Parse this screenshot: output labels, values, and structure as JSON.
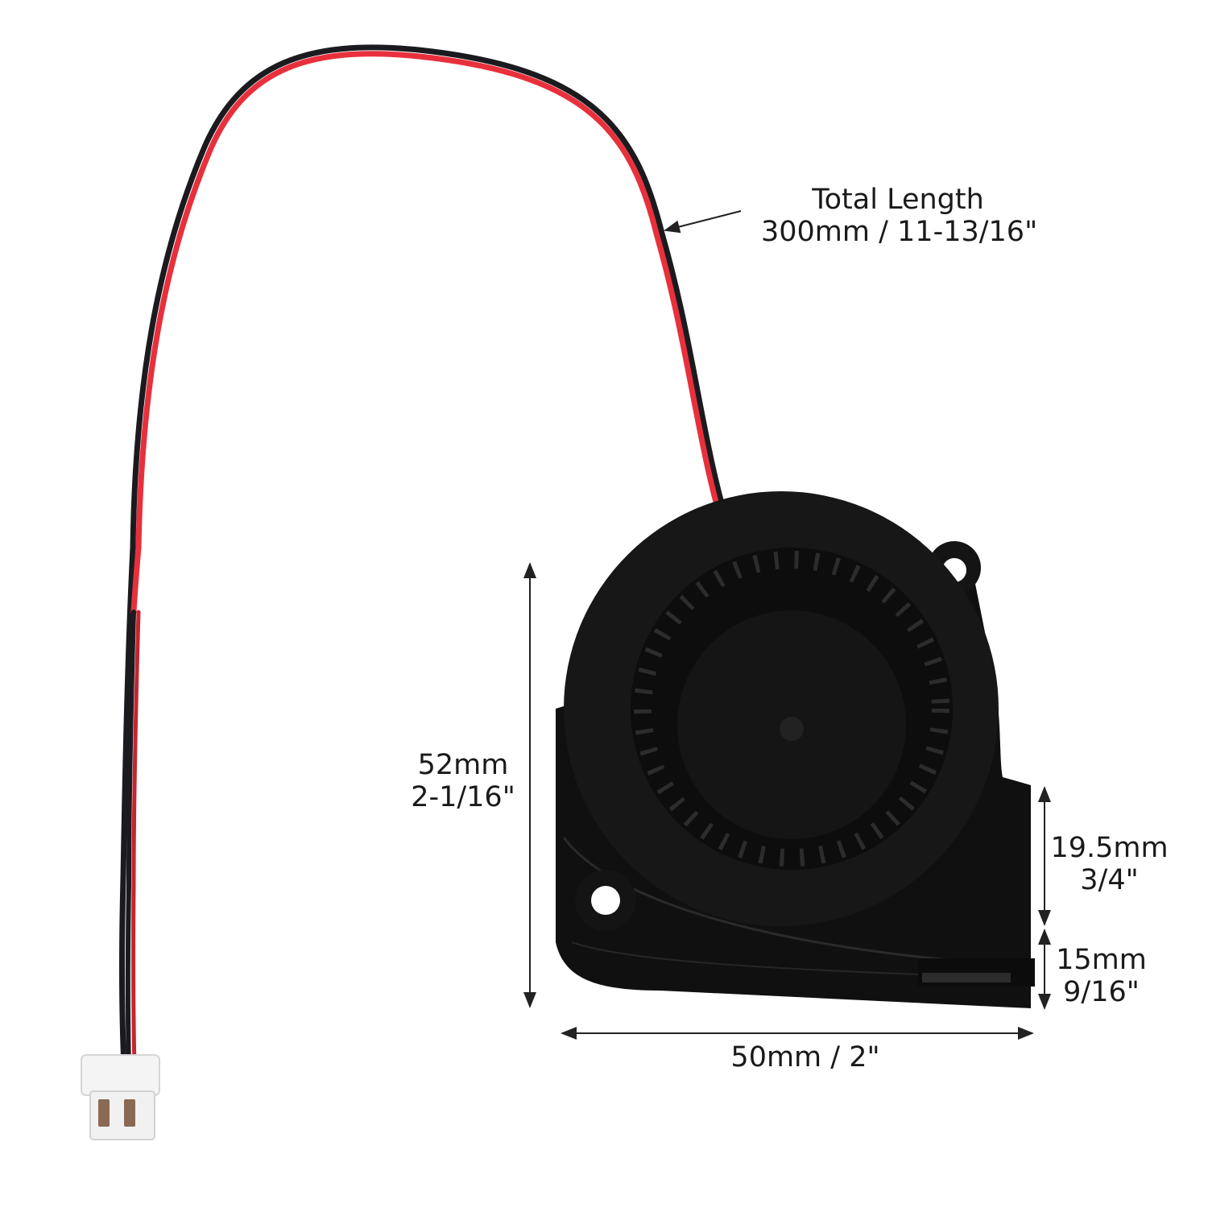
{
  "labels": {
    "cable_length": {
      "line1": "Total Length",
      "line2": "300mm / 11-13/16\""
    },
    "height": {
      "line1": "52mm",
      "line2": "2-1/16\""
    },
    "outlet_height": {
      "line1": "19.5mm",
      "line2": "3/4\""
    },
    "base_height": {
      "line1": "15mm",
      "line2": "9/16\""
    },
    "width": {
      "line1": "50mm / 2\""
    }
  },
  "colors": {
    "wire_red": "#e8303c",
    "wire_black": "#1b1b1f",
    "fan_body": "#141414",
    "connector": "#f4f4f4",
    "dimension_line": "#222222"
  }
}
